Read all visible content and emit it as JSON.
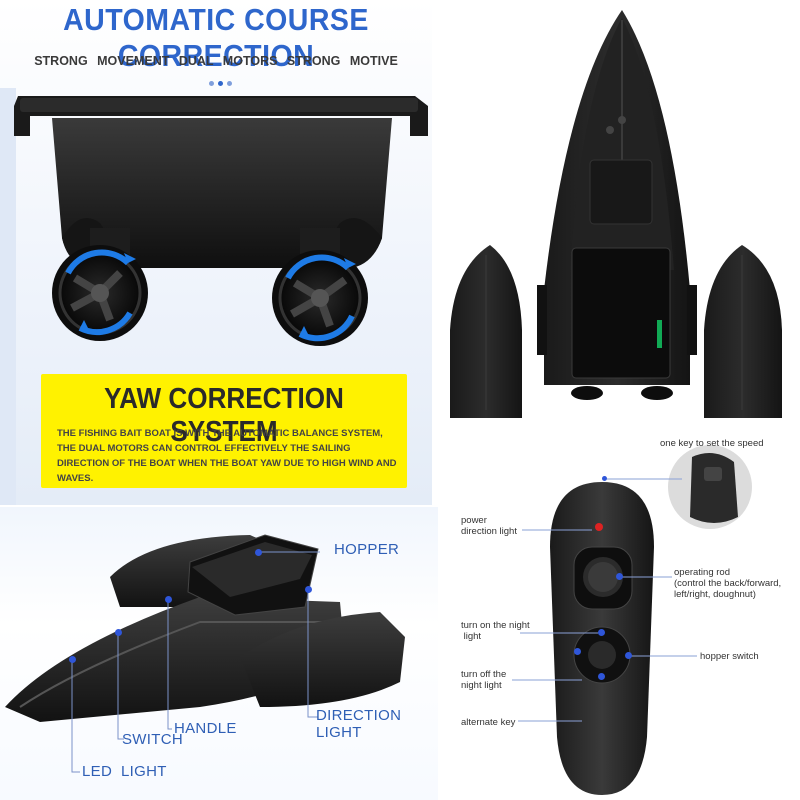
{
  "top_left": {
    "title": "AUTOMATIC COURSE CORRECTION",
    "subtitle": "STRONG MOVEMENT  DUAL MOTORS  STRONG MOTIVE",
    "yaw_title": "YAW CORRECTION SYSTEM",
    "yaw_text": "THE FISHING BAIT BOAT IS WITH THE AUTOMATIC BALANCE SYSTEM, THE DUAL MOTORS CAN CONTROL EFFECTIVELY THE SAILING DIRECTION OF THE BOAT WHEN THE BOAT YAW DUE TO HIGH WIND AND WAVES."
  },
  "bottom_left": {
    "labels": {
      "hopper": "HOPPER",
      "handle": "HANDLE",
      "switch": "SWITCH",
      "direction_light": "DIRECTION LIGHT",
      "led_light": "LED  LIGHT"
    }
  },
  "bottom_right": {
    "labels": {
      "one_key_speed": "one key to set the speed",
      "power_light": "power\ndirection light",
      "operating_rod": "operating rod\n(control the back/forward,\nleft/right, doughnut)",
      "night_on": "turn on the night\n light",
      "hopper_switch": "hopper switch",
      "night_off": "turn off the\nnight light",
      "alternate_key": "alternate key"
    }
  },
  "colors": {
    "title_blue": "#2e66cc",
    "yaw_box": "#fff200",
    "label_blue": "#2f5fb5",
    "callout_dot": "#2f56d9"
  }
}
